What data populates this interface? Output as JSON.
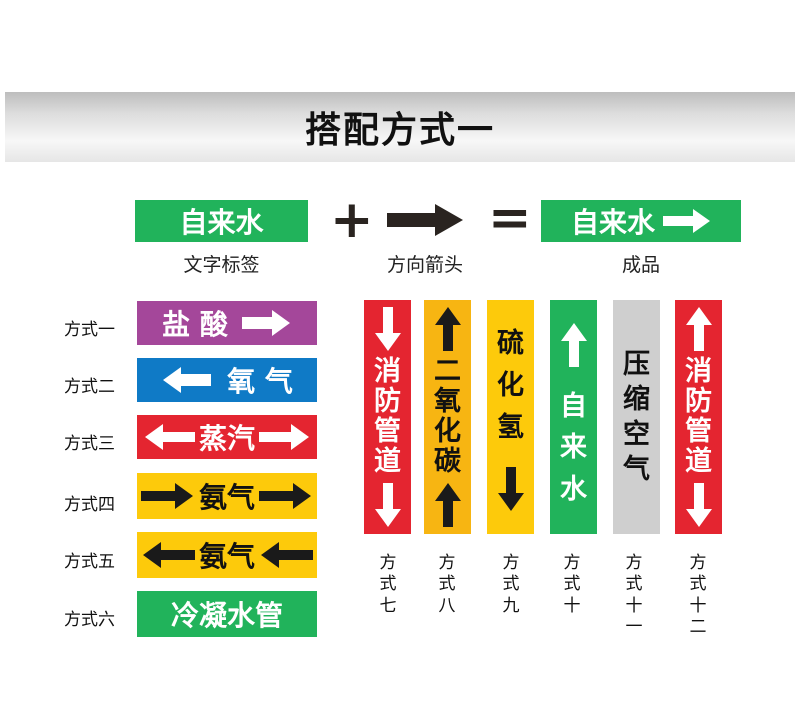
{
  "banner": {
    "title": "搭配方式一"
  },
  "formula": {
    "text_label": {
      "text": "自来水",
      "caption": "文字标签",
      "color": "#21b35b"
    },
    "plus": "+",
    "arrow_caption": "方向箭头",
    "equals": "=",
    "result": {
      "text": "自来水",
      "caption": "成品",
      "color": "#21b35b"
    }
  },
  "horizontal": [
    {
      "name": "方式一",
      "text": "盐 酸",
      "bg": "#a4479a",
      "text_color": "#ffffff",
      "arrows": "right"
    },
    {
      "name": "方式二",
      "text": "氧 气",
      "bg": "#0f7ac6",
      "text_color": "#ffffff",
      "arrows": "left"
    },
    {
      "name": "方式三",
      "text": "蒸汽",
      "bg": "#e42530",
      "text_color": "#ffffff",
      "arrows": "both-out"
    },
    {
      "name": "方式四",
      "text": "氨气",
      "bg": "#fdca0b",
      "text_color": "#111111",
      "arrows": "right-both"
    },
    {
      "name": "方式五",
      "text": "氨气",
      "bg": "#fdca0b",
      "text_color": "#111111",
      "arrows": "left-both"
    },
    {
      "name": "方式六",
      "text": "冷凝水管",
      "bg": "#21b35b",
      "text_color": "#ffffff",
      "arrows": "none"
    }
  ],
  "vertical": [
    {
      "name": [
        "方",
        "式",
        "七"
      ],
      "chars": [
        "消",
        "防",
        "管",
        "道"
      ],
      "bg": "#e42530",
      "text_color": "#ffffff",
      "arrows": "down-both"
    },
    {
      "name": [
        "方",
        "式",
        "八"
      ],
      "chars": [
        "二",
        "氧",
        "化",
        "碳"
      ],
      "bg": "#f7b512",
      "text_color": "#111111",
      "arrows": "up-both"
    },
    {
      "name": [
        "方",
        "式",
        "九"
      ],
      "chars": [
        "硫",
        "化",
        "氢"
      ],
      "bg": "#fdca0b",
      "text_color": "#111111",
      "arrows": "down-bottom"
    },
    {
      "name": [
        "方",
        "式",
        "十"
      ],
      "chars": [
        "自",
        "来",
        "水"
      ],
      "bg": "#21b35b",
      "text_color": "#ffffff",
      "arrows": "up-top"
    },
    {
      "name": [
        "方",
        "式",
        "十",
        "一"
      ],
      "chars": [
        "压",
        "缩",
        "空",
        "气"
      ],
      "bg": "#cfcfcf",
      "text_color": "#111111",
      "arrows": "none"
    },
    {
      "name": [
        "方",
        "式",
        "十",
        "二"
      ],
      "chars": [
        "消",
        "防",
        "管",
        "道"
      ],
      "bg": "#e42530",
      "text_color": "#ffffff",
      "arrows": "up-down"
    }
  ]
}
